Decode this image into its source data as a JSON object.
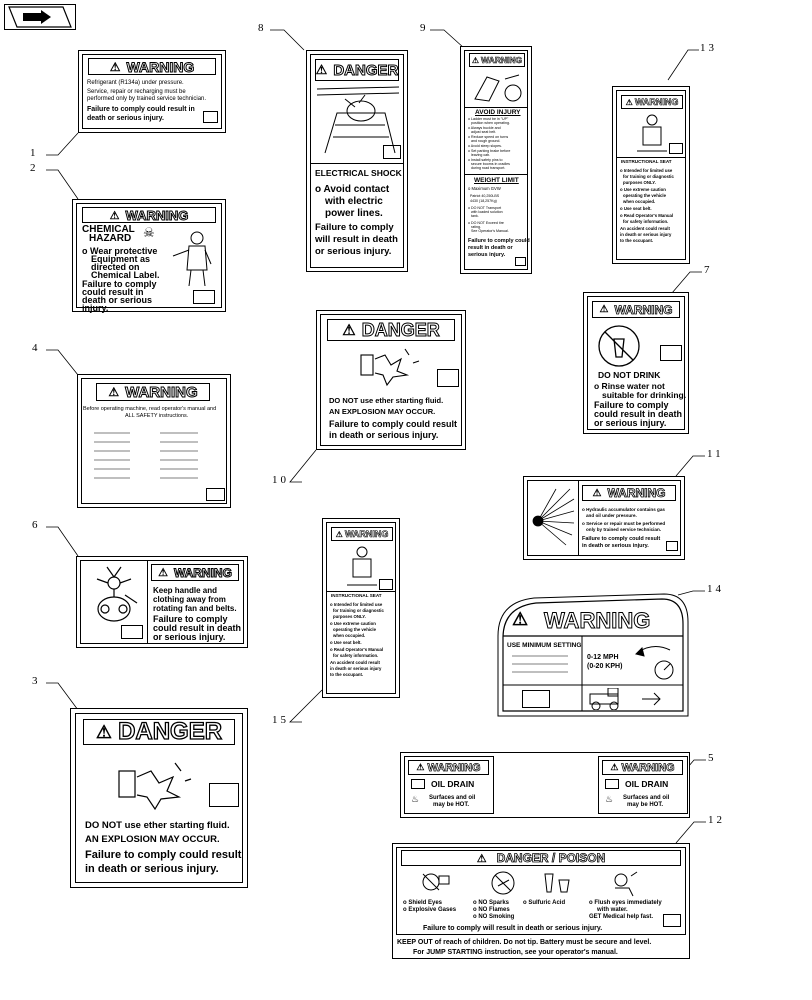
{
  "nav": {
    "icon": "arrow-icon"
  },
  "callouts": [
    "1",
    "2",
    "3",
    "4",
    "5",
    "6",
    "7",
    "8",
    "9",
    "10",
    "11",
    "12",
    "13",
    "14",
    "15"
  ],
  "decal1": {
    "header": "WARNING",
    "lines": [
      "Refrigerant (R134a) under pressure.",
      "Service, repair or recharging must be",
      "performed only by trained service technician.",
      "Failure to comply could result in",
      "death or serious injury."
    ]
  },
  "decal2": {
    "header": "WARNING",
    "title": [
      "CHEMICAL",
      "HAZARD"
    ],
    "lines": [
      "o Wear protective",
      "Equipment as",
      "directed on",
      "Chemical Label.",
      "Failure to comply",
      "could result in",
      "death or serious",
      "injury."
    ]
  },
  "decal4": {
    "header": "WARNING",
    "lines": [
      "Before operating machine, read operator's manual and",
      "ALL SAFETY instructions."
    ]
  },
  "decal6": {
    "header": "WARNING",
    "lines": [
      "Keep handle and",
      "clothing away from",
      "rotating fan and belts.",
      "Failure to comply",
      "could result in death",
      "or serious injury."
    ]
  },
  "decal3": {
    "header": "DANGER",
    "lines": [
      "DO NOT use ether starting fluid.",
      "AN EXPLOSION MAY OCCUR.",
      "Failure to comply could result",
      "in death or serious injury."
    ]
  },
  "decal8": {
    "header": "DANGER",
    "subheader": "ELECTRICAL SHOCK",
    "lines": [
      "o Avoid contact",
      "with electric",
      "power lines.",
      "Failure to comply",
      "will result in death",
      "or serious injury."
    ]
  },
  "decal10": {
    "header": "DANGER",
    "lines": [
      "DO NOT use ether starting fluid.",
      "AN EXPLOSION MAY OCCUR.",
      "Failure to comply could result",
      "in death or serious injury."
    ]
  },
  "decal9": {
    "header": "WARNING",
    "avoid_title": "AVOID INJURY",
    "avoid_lines": [
      "o Ladder must be in \"UP\"",
      "position when operating.",
      "o Always buckle and",
      "adjust seat belt.",
      "o Reduce speed on turns",
      "and rough ground.",
      "o Avoid steep slopes.",
      "o Set parking brake before",
      "leaving cab.",
      "o Install safety pins to",
      "secure booms in cradles",
      "during road transport."
    ],
    "weight_title": "WEIGHT LIMIT",
    "weight_lines": [
      "o Maximum GVW",
      "Patriot     40,250LBS",
      "4430        (18,257Kg)",
      "o DO NOT Transport",
      "with loaded solution",
      "tank.",
      "o DO NOT Exceed tire",
      "rating.",
      "See Operator's Manual."
    ],
    "footer": [
      "Failure to comply could",
      "result in death or",
      "serious injury."
    ]
  },
  "decal13": {
    "header": "WARNING",
    "title": "INSTRUCTIONAL SEAT",
    "lines": [
      "o Intended for limited use",
      "for training or diagnostic",
      "purposes ONLY.",
      "o Use extreme caution",
      "operating the vehicle",
      "when occupied.",
      "o Use seat belt.",
      "o Read Operator's Manual",
      "for safety information.",
      "An accident could result",
      "in death or serious injury",
      "to the occupant."
    ]
  },
  "decal7": {
    "header": "WARNING",
    "title": "DO NOT DRINK",
    "lines": [
      "o Rinse water not",
      "suitable for drinking.",
      "Failure to comply",
      "could result in death",
      "or serious injury."
    ]
  },
  "decal11": {
    "header": "WARNING",
    "lines": [
      "o Hydraulic accumulator contains gas",
      "and oil under pressure.",
      "o Service or repair must be performed",
      "only by trained service technician.",
      "Failure to comply could result",
      "in death or serious injury."
    ]
  },
  "decal15": {
    "header": "WARNING",
    "title": "INSTRUCTIONAL SEAT",
    "lines": [
      "o Intended for limited use",
      "for training or diagnostic",
      "purposes ONLY.",
      "o Use extreme caution",
      "operating the vehicle",
      "when occupied.",
      "o Use seat belt.",
      "o Read Operator's Manual",
      "for safety information.",
      "An accident could result",
      "in death or serious injury",
      "to the occupant."
    ]
  },
  "decal14": {
    "header": "WARNING",
    "left_title": "USE MINIMUM SETTING",
    "speed": [
      "0-12 MPH",
      "(0-20 KPH)"
    ]
  },
  "decal5": {
    "left": {
      "header": "WARNING",
      "title": "OIL DRAIN",
      "lines": [
        "Surfaces and oil",
        "may be HOT."
      ]
    },
    "right": {
      "header": "WARNING",
      "title": "OIL DRAIN",
      "lines": [
        "Surfaces and oil",
        "may be HOT."
      ]
    }
  },
  "decal12": {
    "header": "DANGER / POISON",
    "col1": [
      "o Shield Eyes",
      "o Explosive Gases"
    ],
    "col2": [
      "o NO Sparks",
      "o NO Flames",
      "o NO Smoking"
    ],
    "col3": [
      "o Sulfuric Acid"
    ],
    "col4": [
      "o Flush eyes immediately",
      "with water.",
      "GET Medical help fast."
    ],
    "footer": "Failure to comply will result in death or serious injury.",
    "bottom": [
      "KEEP OUT of reach of children. Do not tip. Battery must be secure and level.",
      "For JUMP STARTING instruction, see your operator's manual."
    ]
  }
}
